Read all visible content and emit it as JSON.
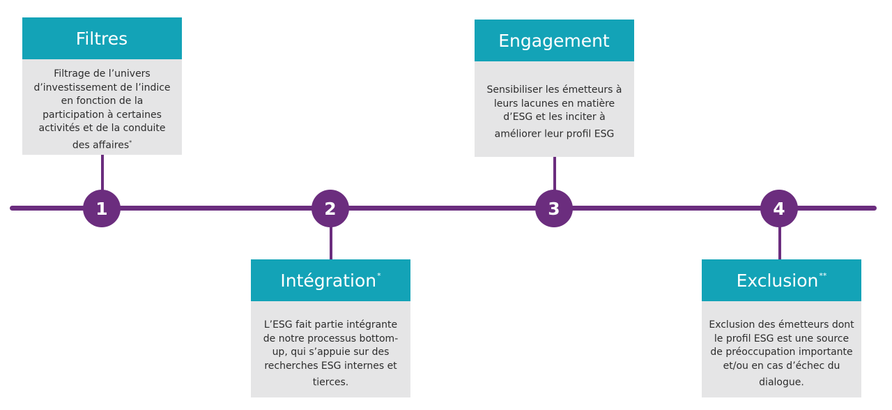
{
  "colors": {
    "timeline": "#6b2d7e",
    "header": "#13a3b7",
    "body_bg": "#e5e5e6",
    "text": "#2c2c2c"
  },
  "steps": [
    {
      "number": "1",
      "title": "Filtres",
      "title_mark": "",
      "description": "Filtrage de l’univers d’investissement de l’indice en fonction de la participation à certaines activités et de la conduite des affaires",
      "description_mark": "*"
    },
    {
      "number": "2",
      "title": "Intégration",
      "title_mark": "*",
      "description": "L’ESG fait partie intégrante de notre processus bottom-up, qui s’appuie sur des recherches ESG internes et tierces.",
      "description_mark": ""
    },
    {
      "number": "3",
      "title": "Engagement",
      "title_mark": "",
      "description": "Sensibiliser les émetteurs à leurs lacunes en matière d’ESG et les inciter à améliorer leur profil ESG",
      "description_mark": ""
    },
    {
      "number": "4",
      "title": "Exclusion",
      "title_mark": "**",
      "description": "Exclusion des émetteurs dont le profil ESG est une source de préoccupation importante et/ou en cas d’échec du dialogue.",
      "description_mark": ""
    }
  ]
}
